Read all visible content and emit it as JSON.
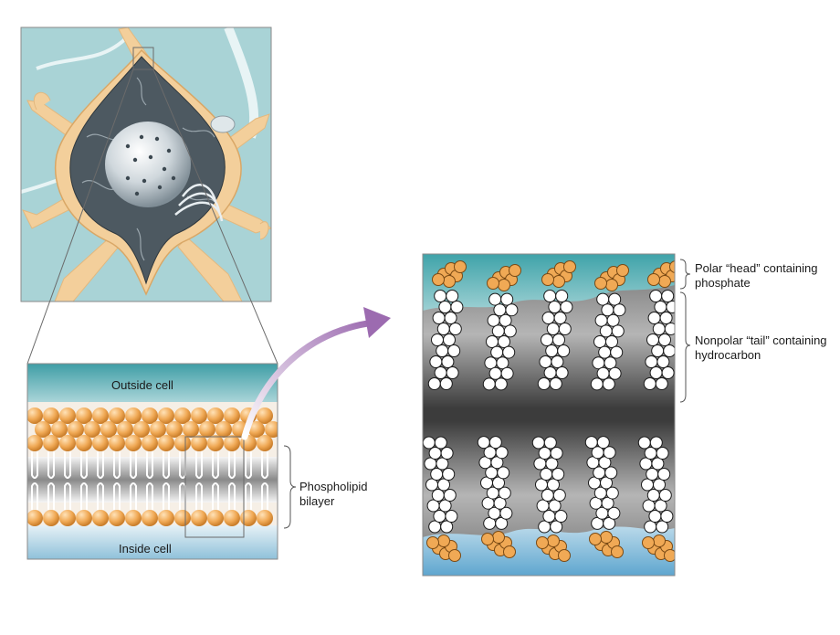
{
  "labels": {
    "outside_cell": "Outside cell",
    "inside_cell": "Inside cell",
    "bilayer_line1": "Phospholipid",
    "bilayer_line2": "bilayer",
    "head_line1": "Polar “head” containing",
    "head_line2": "phosphate",
    "tail_line1": "Nonpolar “tail” containing",
    "tail_line2": "hydrocarbon"
  },
  "colors": {
    "extracellular": "#a9d3d6",
    "cell_body": "#f3cf9b",
    "head_orange": "#f0a955",
    "membrane_top": "#3f9ea6",
    "membrane_bottom": "#a8cfe0",
    "arrow": "#a97ab8",
    "tail_gray": "#7d7d7d"
  }
}
